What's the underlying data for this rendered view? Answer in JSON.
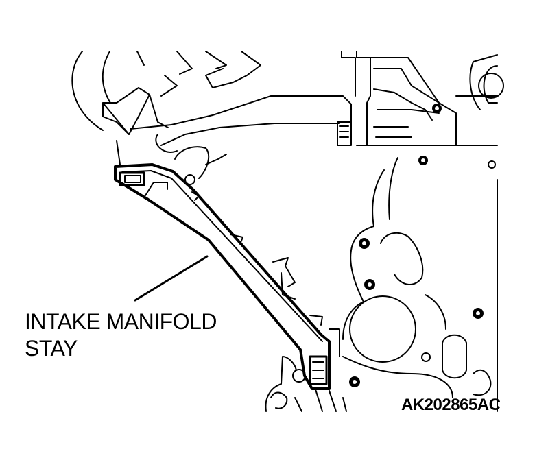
{
  "callout": {
    "line1": "INTAKE MANIFOLD",
    "line2": "STAY"
  },
  "figure_code": "AK202865AC",
  "colors": {
    "ink": "#000000",
    "paper": "#ffffff"
  }
}
